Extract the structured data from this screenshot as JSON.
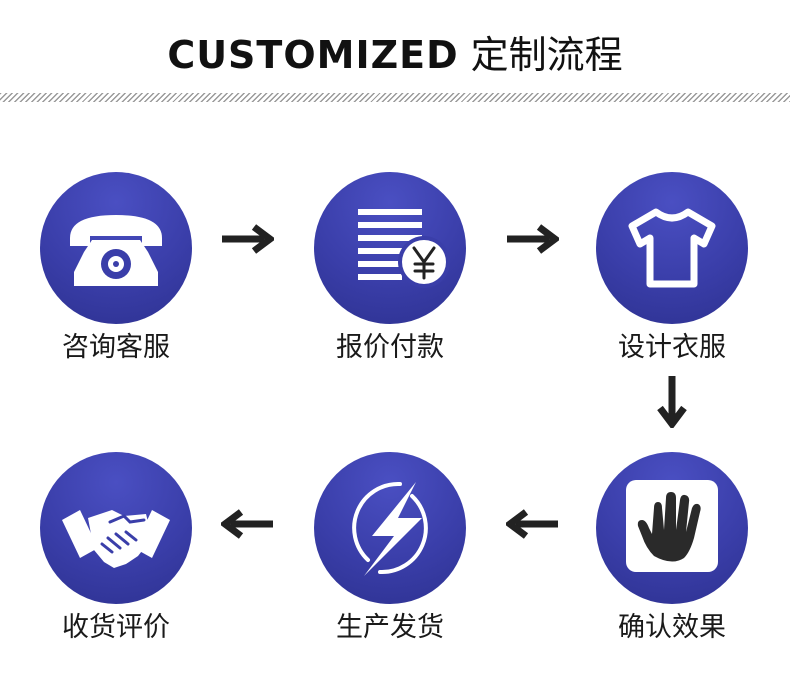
{
  "header": {
    "title_en": "CUSTOMIZED",
    "title_zh": "定制流程"
  },
  "steps": [
    {
      "label": "咨询客服",
      "icon": "telephone-icon"
    },
    {
      "label": "报价付款",
      "icon": "price-list-yuan-icon"
    },
    {
      "label": "设计衣服",
      "icon": "tshirt-icon"
    },
    {
      "label": "确认效果",
      "icon": "hand-icon"
    },
    {
      "label": "生产发货",
      "icon": "lightning-icon"
    },
    {
      "label": "收货评价",
      "icon": "handshake-icon"
    }
  ],
  "colors": {
    "circle": "#3a3ea9",
    "arrow": "#222222",
    "text": "#1a1a1a"
  }
}
